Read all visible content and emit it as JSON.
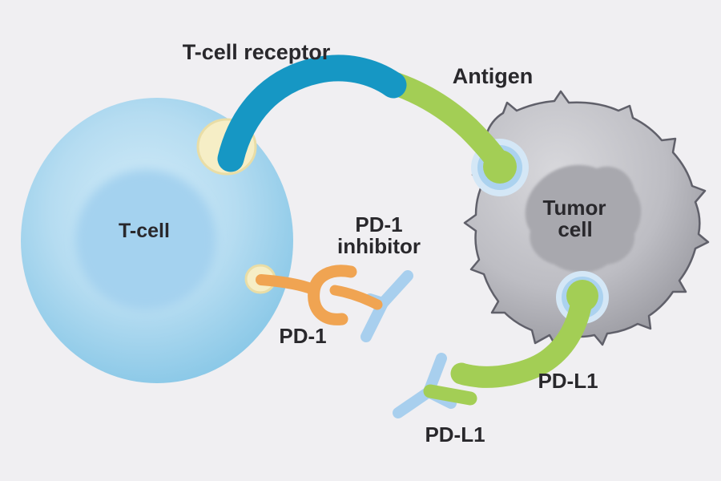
{
  "diagram": {
    "labels": {
      "t_cell_receptor": "T-cell receptor",
      "antigen": "Antigen",
      "t_cell": "T-cell",
      "tumor_cell_line1": "Tumor",
      "tumor_cell_line2": "cell",
      "pd1_inhibitor_line1": "PD-1",
      "pd1_inhibitor_line2": "inhibitor",
      "pd1": "PD-1",
      "pdl1_ligand": "PD-L1",
      "pdl1_bound": "PD-L1"
    },
    "colors": {
      "background": "#f0eff2",
      "t_cell_center": "#d4ecf8",
      "t_cell_mid": "#b5dcf1",
      "t_cell_edge": "#8ac8e7",
      "t_cell_nucleus": "#a4d2ef",
      "receptor": "#1697c4",
      "antigen_green": "#a3ce55",
      "pd1_orange": "#f0a452",
      "antibody_blue": "#a8cfee",
      "tumor_light": "#d8d8dc",
      "tumor_mid": "#bdbdc3",
      "tumor_dark": "#96969d",
      "tumor_border": "#60606a",
      "tumor_nucleus": "#a8a8ae",
      "anchor_cream": "#f6eec6",
      "anchor_cream_rim": "#e9dda6",
      "halo_outer": "#d4e7f6",
      "halo_inner": "#abd2ef",
      "label_text": "#29282c"
    }
  }
}
